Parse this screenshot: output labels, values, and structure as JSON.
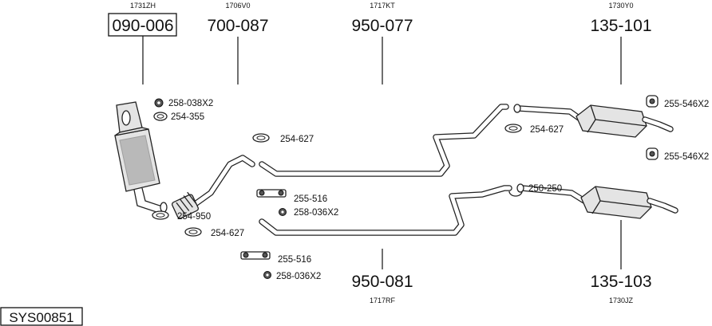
{
  "title_code": "SYS00851",
  "parts": [
    {
      "oe": "1731ZH",
      "part": "090-006",
      "boxed": true
    },
    {
      "oe": "1706V0",
      "part": "700-087"
    },
    {
      "oe": "1717KT",
      "part": "950-077"
    },
    {
      "oe": "1730Y0",
      "part": "135-101"
    },
    {
      "oe": "1717RF",
      "part": "950-081"
    },
    {
      "oe": "1730JZ",
      "part": "135-103"
    }
  ],
  "accessories": [
    {
      "label": "258-038X2",
      "icon": "nut-icon"
    },
    {
      "label": "254-355",
      "icon": "clamp-icon"
    },
    {
      "label": "254-950",
      "icon": "clamp-icon"
    },
    {
      "label": "254-627",
      "icon": "clamp-icon"
    },
    {
      "label": "254-627",
      "icon": "clamp-icon"
    },
    {
      "label": "255-516",
      "icon": "bracket-icon"
    },
    {
      "label": "258-036X2",
      "icon": "nut-icon"
    },
    {
      "label": "255-516",
      "icon": "bracket-icon"
    },
    {
      "label": "258-036X2",
      "icon": "nut-icon"
    },
    {
      "label": "254-627",
      "icon": "clamp-icon"
    },
    {
      "label": "255-546X2",
      "icon": "hanger-icon"
    },
    {
      "label": "255-546X2",
      "icon": "hanger-icon"
    },
    {
      "label": "250-250",
      "icon": "ring-icon"
    }
  ]
}
